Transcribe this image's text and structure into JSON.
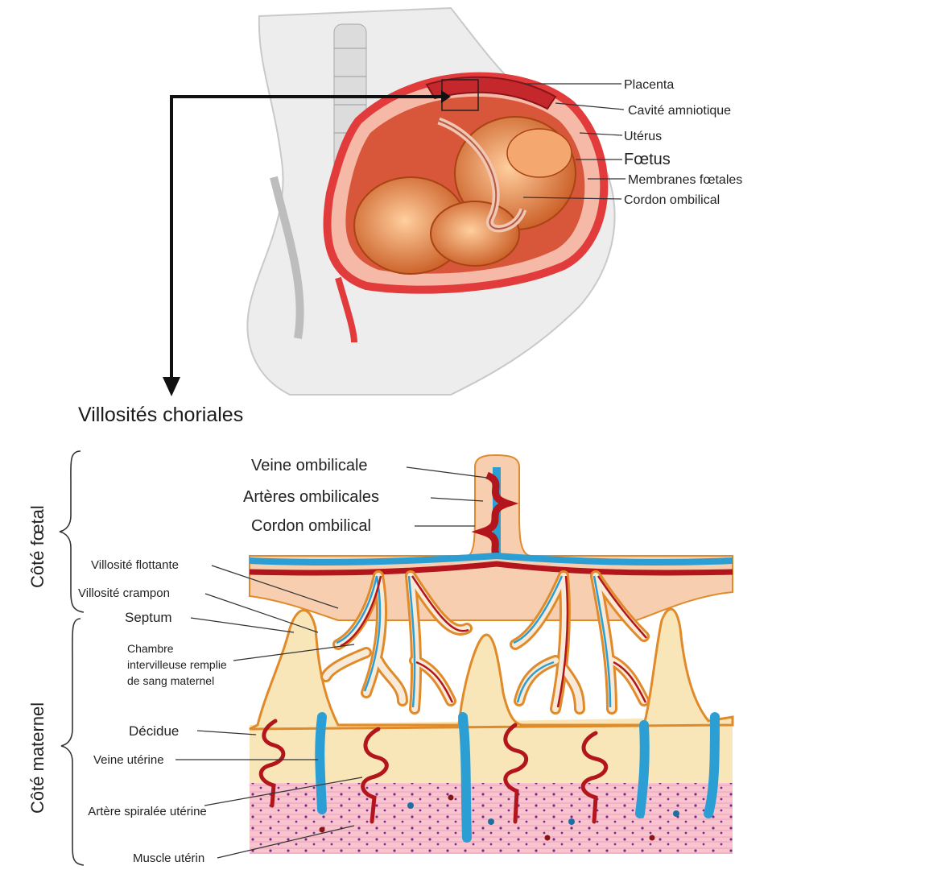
{
  "top_labels": {
    "placenta": "Placenta",
    "cavite": "Cavité amniotique",
    "uterus": "Utérus",
    "foetus": "Fœtus",
    "membranes": "Membranes fœtales",
    "cordon": "Cordon ombilical"
  },
  "section_title": "Villosités choriales",
  "side_labels": {
    "foetal": "Côté fœtal",
    "maternel": "Côté maternel"
  },
  "bottom_labels": {
    "veine_ombilicale": "Veine ombilicale",
    "arteres_ombilicales": "Artères ombilicales",
    "cordon_ombilical": "Cordon ombilical",
    "villosite_flottante": "Villosité flottante",
    "villosite_crampon": "Villosité crampon",
    "septum": "Septum",
    "chambre": "Chambre intervilleuse remplie de sang maternel",
    "decidue": "Décidue",
    "veine_uterine": "Veine utérine",
    "artere_spiralee": "Artère spiralée utérine",
    "muscle": "Muscle utérin"
  },
  "colors": {
    "vein_blue": "#2b9fd4",
    "artery_red": "#b3151c",
    "tissue_peach": "#f7cfb0",
    "villus_orange": "#e08a2a",
    "decidua_cream": "#f8e6b8",
    "muscle_pink": "#f6b8c6",
    "uterus_red": "#e23b3b",
    "foetus_orange": "#e98a4a"
  }
}
